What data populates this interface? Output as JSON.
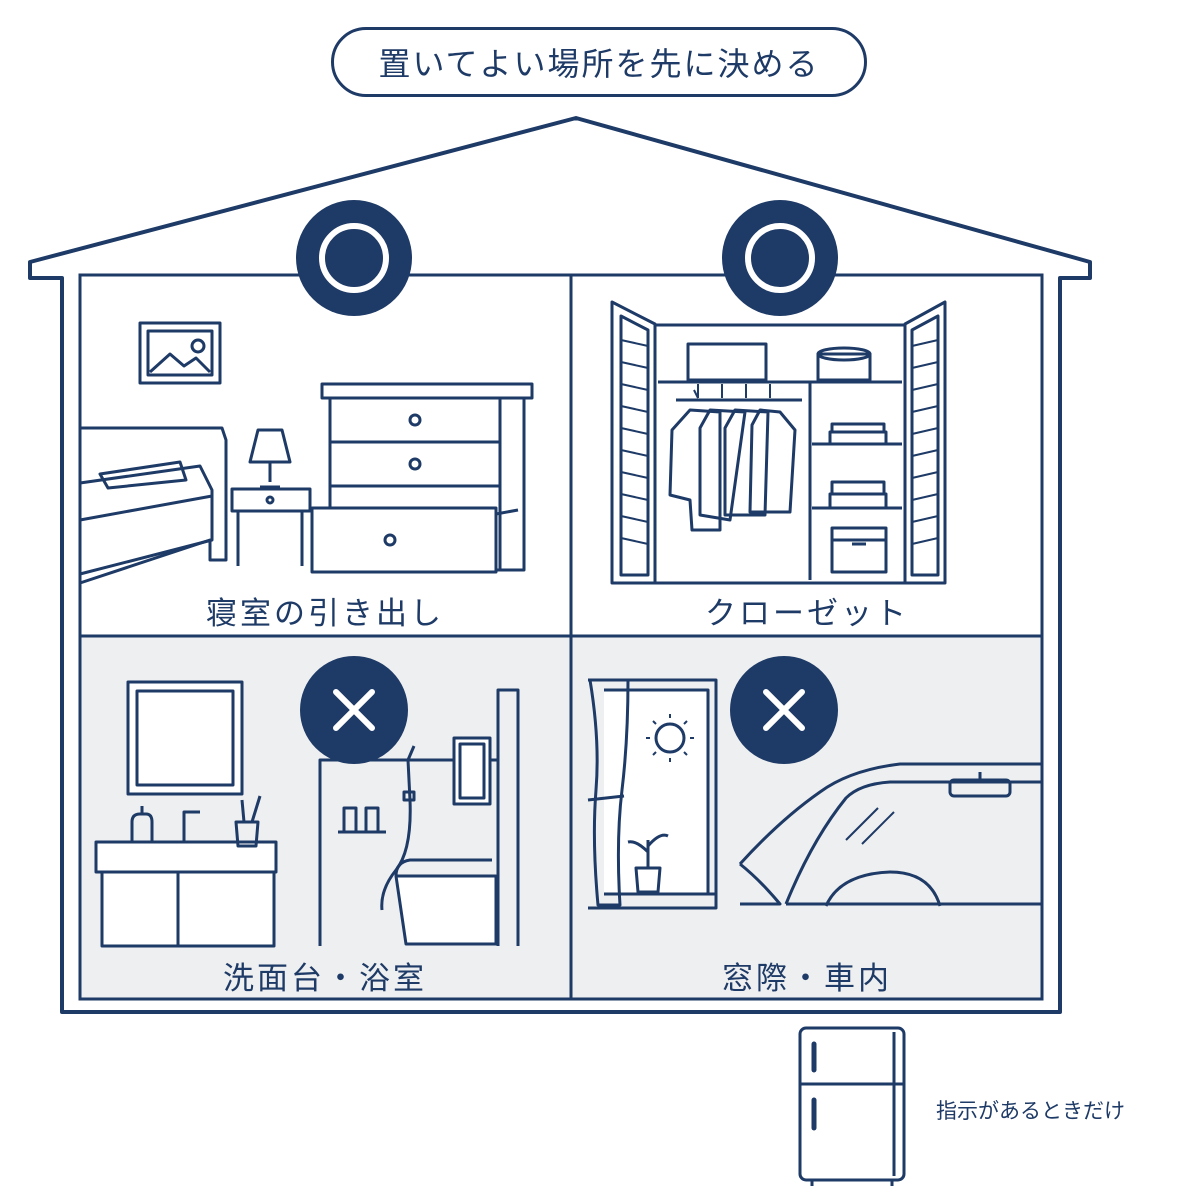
{
  "title": "置いてよい場所を先に決める",
  "colors": {
    "navy": "#1e3a66",
    "background": "#ffffff",
    "ng_room_fill": "#eeeff0",
    "line": "#1e3a66"
  },
  "rooms": [
    {
      "label": "寝室の引き出し",
      "status": "ok",
      "icon": "circle-ok-icon"
    },
    {
      "label": "クローゼット",
      "status": "ok",
      "icon": "circle-ok-icon"
    },
    {
      "label": "洗面台・浴室",
      "status": "ng",
      "icon": "cross-ng-icon"
    },
    {
      "label": "窓際・車内",
      "status": "ng",
      "icon": "cross-ng-icon"
    }
  ],
  "fridge_note": {
    "label": "指示があるときだけ",
    "icon": "refrigerator-icon"
  }
}
